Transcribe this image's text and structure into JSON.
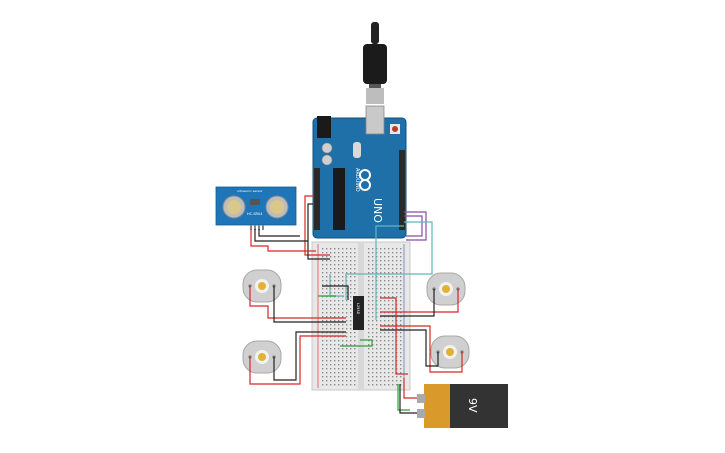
{
  "canvas": {
    "background": "#ffffff"
  },
  "arduino": {
    "brand": "ARDUINO",
    "model": "UNO",
    "board_color": "#1f6fa8",
    "header_color": "#2a2a2a"
  },
  "sensor": {
    "name": "HC-SR04",
    "small_label": "ultrasonic sensor",
    "board_color": "#1e75b7"
  },
  "driver_chip": {
    "label": "L293D"
  },
  "battery": {
    "label": "9V",
    "body_color": "#333333",
    "cap_color": "#d99a2b"
  },
  "motors": [
    {
      "id": "motor-top-left"
    },
    {
      "id": "motor-bottom-left"
    },
    {
      "id": "motor-top-right"
    },
    {
      "id": "motor-bottom-right"
    }
  ],
  "wire_colors": {
    "red": "#d62828",
    "black": "#222222",
    "green": "#2e9d3a",
    "teal": "#5fb8b8",
    "purple": "#8b4ba6"
  }
}
